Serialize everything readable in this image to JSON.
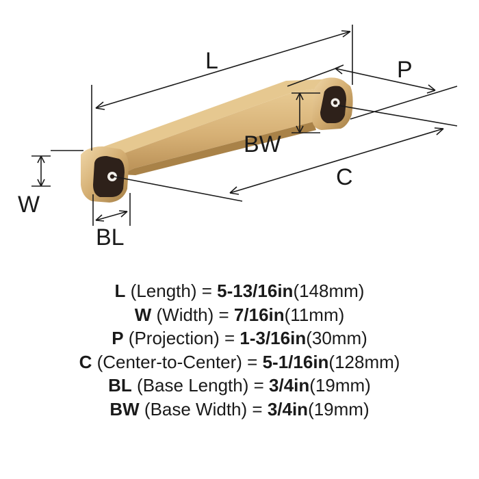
{
  "diagram": {
    "labels": {
      "L": "L",
      "P": "P",
      "BW": "BW",
      "C": "C",
      "W": "W",
      "BL": "BL"
    },
    "colors": {
      "finish": "#D4AE72",
      "finish_shadow": "#B08A4E",
      "finish_light": "#EDD3A2",
      "inlay": "#2E211A",
      "line": "#1a1a1a"
    }
  },
  "specs": [
    {
      "abbr": "L",
      "desc": " (Length) = ",
      "imperial": "5-13/16in",
      "metric": "(148mm)"
    },
    {
      "abbr": "W",
      "desc": " (Width) = ",
      "imperial": "7/16in",
      "metric": "(11mm)"
    },
    {
      "abbr": "P",
      "desc": " (Projection) = ",
      "imperial": "1-3/16in",
      "metric": "(30mm)"
    },
    {
      "abbr": "C",
      "desc": " (Center-to-Center) = ",
      "imperial": "5-1/16in",
      "metric": "(128mm)"
    },
    {
      "abbr": "BL",
      "desc": " (Base Length) = ",
      "imperial": "3/4in",
      "metric": "(19mm)"
    },
    {
      "abbr": "BW",
      "desc": " (Base Width) = ",
      "imperial": "3/4in",
      "metric": "(19mm)"
    }
  ]
}
